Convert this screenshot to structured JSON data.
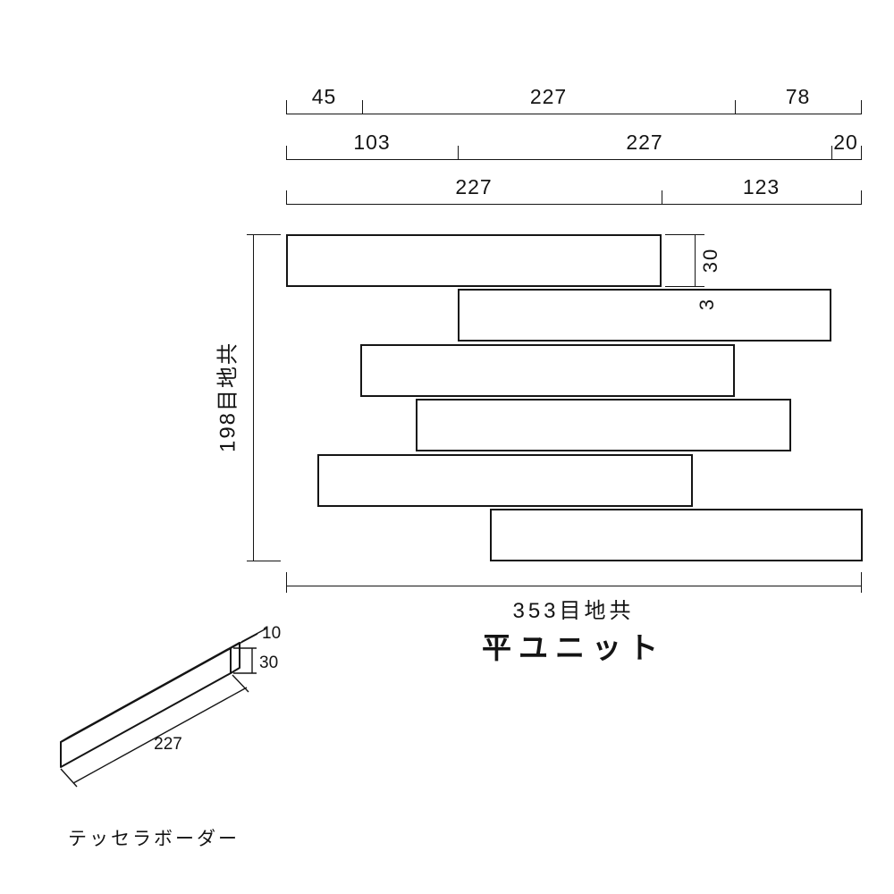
{
  "title": "平ユニット",
  "product_label": "テッセラボーダー",
  "dims": {
    "total_width": "353目地共",
    "total_height": "198目地共",
    "row1": [
      "45",
      "227",
      "78"
    ],
    "row2": [
      "103",
      "227",
      "20"
    ],
    "row3": [
      "227",
      "123"
    ],
    "tile_height": "30",
    "joint": "3"
  },
  "tile3d": {
    "thickness": "10",
    "height": "30",
    "length": "227"
  }
}
